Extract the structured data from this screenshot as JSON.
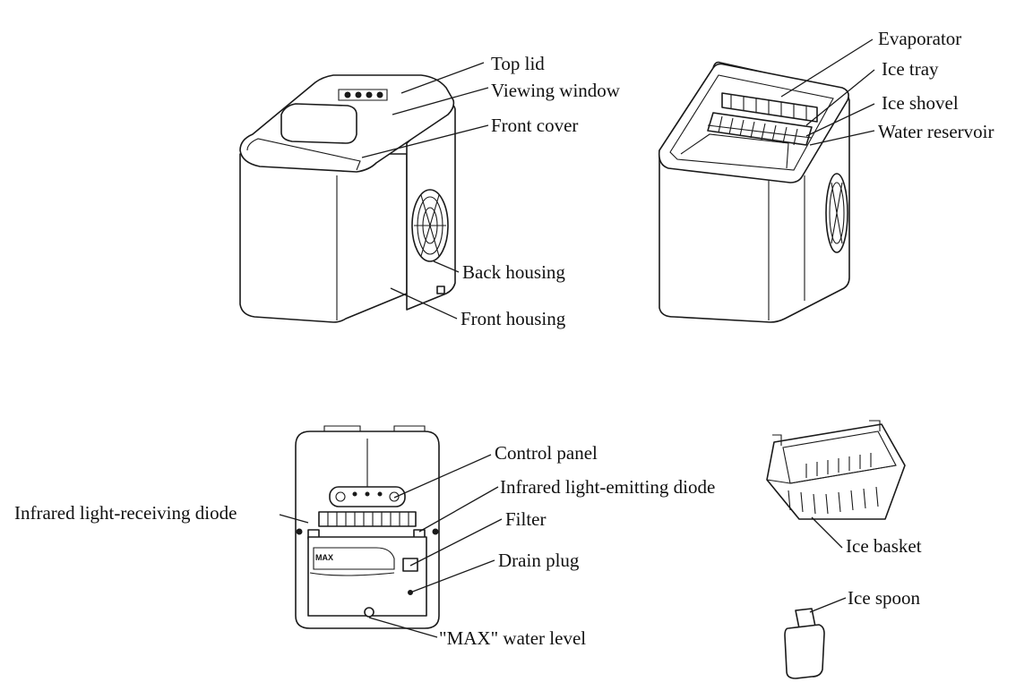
{
  "labels": {
    "top_lid": "Top lid",
    "viewing_window": "Viewing window",
    "front_cover": "Front cover",
    "back_housing": "Back housing",
    "front_housing": "Front housing",
    "evaporator": "Evaporator",
    "ice_tray": "Ice tray",
    "ice_shovel": "Ice shovel",
    "water_reservoir": "Water reservoir",
    "control_panel": "Control panel",
    "infrared_emitting": "Infrared light-emitting diode",
    "infrared_receiving": "Infrared light-receiving diode",
    "filter": "Filter",
    "drain_plug": "Drain plug",
    "max_water_level": "\"MAX\" water level",
    "ice_basket": "Ice basket",
    "ice_spoon": "Ice spoon",
    "max_marking": "MAX"
  },
  "colors": {
    "line": "#1a1a1a",
    "background": "#ffffff"
  }
}
